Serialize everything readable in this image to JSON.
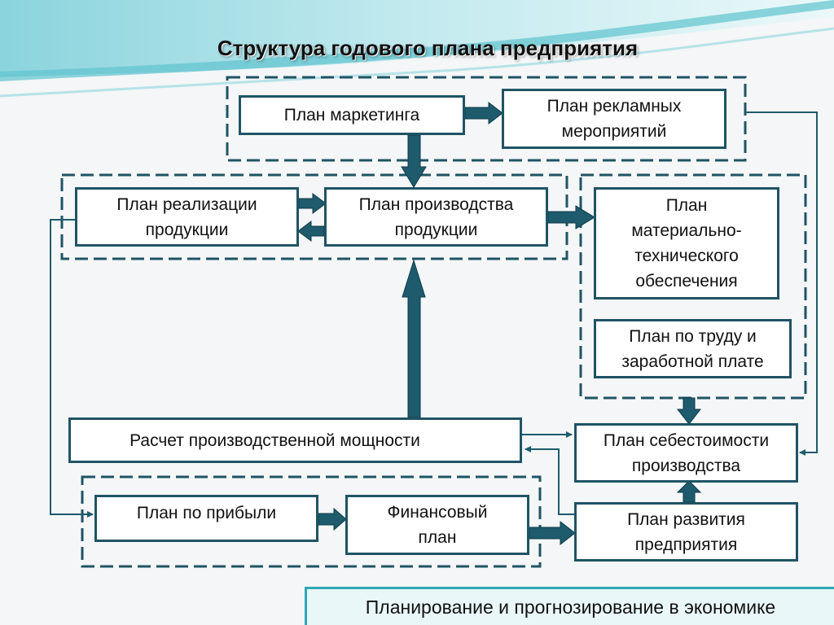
{
  "title": "Структура годового плана предприятия",
  "footer": "Планирование и прогнозирование в экономике",
  "colors": {
    "box_border": "#1f5464",
    "arrow_fill": "#1e5b6c",
    "dashed_border": "#1f5464",
    "wave_light": "#cfeff2",
    "wave_accent": "#5fc3cf"
  },
  "boxes": {
    "marketing": "План маркетинга",
    "advertising": "План рекламных мероприятий",
    "sales": "План реализации продукции",
    "production": "План производства продукции",
    "material": "План материально-технического обеспечения",
    "labor": "План по труду и заработной плате",
    "capacity": "Расчет производственной мощности",
    "cost": "План себестоимости производства",
    "profit": "План по прибыли",
    "financial": "Финансовый план",
    "development": "План развития предприятия"
  }
}
